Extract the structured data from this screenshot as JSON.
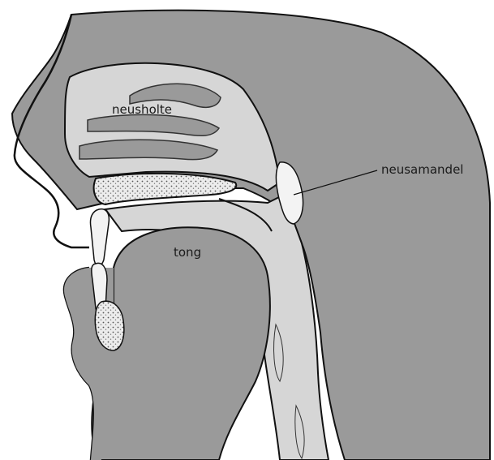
{
  "labels": {
    "nasal_cavity": "neusholte",
    "adenoid": "neusamandel",
    "tongue": "tong"
  },
  "colors": {
    "tissue": "#9a9a9a",
    "cavity": "#d6d6d6",
    "bone_dotted": "#ededed",
    "outline": "#111111",
    "background": "#ffffff"
  }
}
